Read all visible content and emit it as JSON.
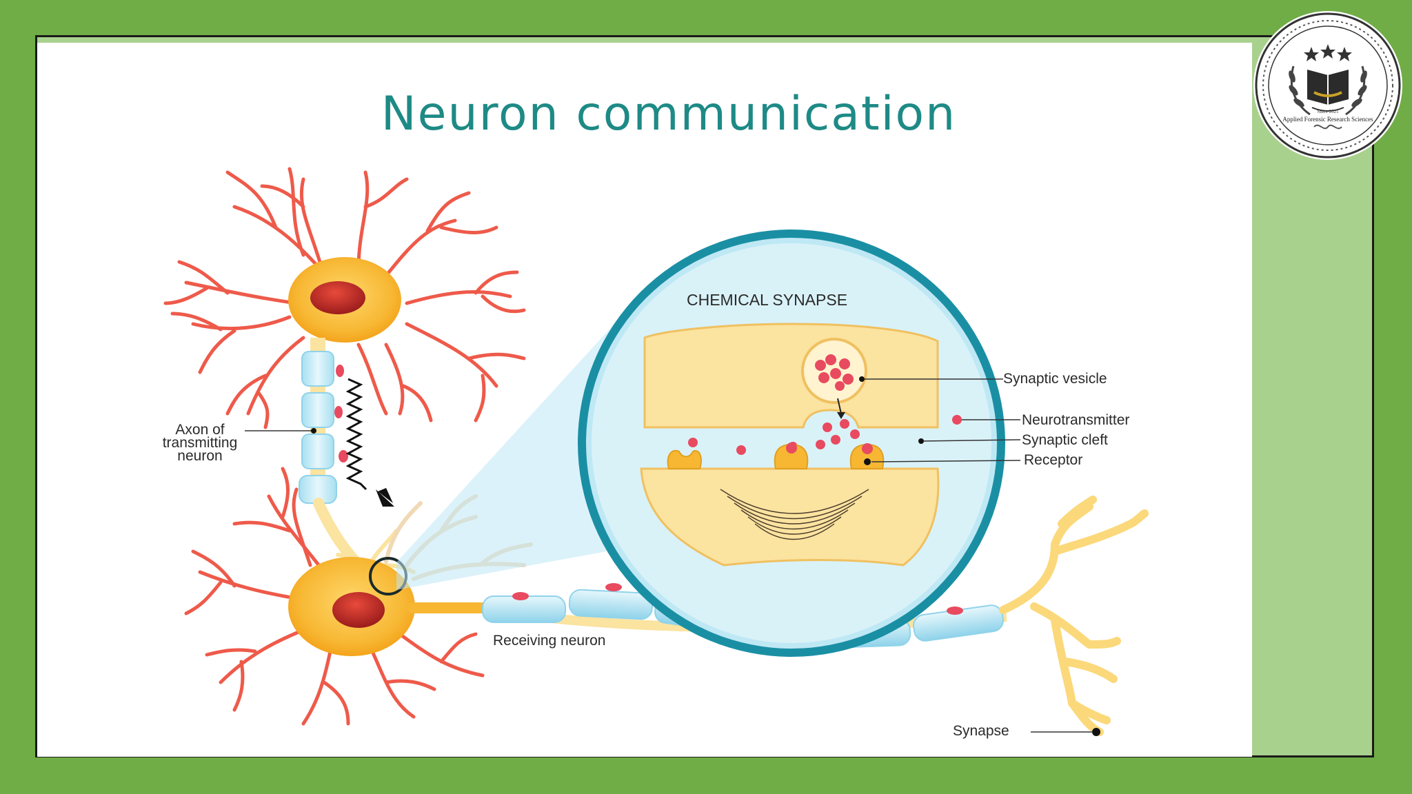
{
  "slide": {
    "title": "Neuron communication"
  },
  "diagram": {
    "inset_title": "CHEMICAL SYNAPSE",
    "labels": {
      "axon": "Axon of transmitting neuron",
      "receiving_neuron": "Receiving neuron",
      "synapse": "Synapse",
      "synaptic_vesicle": "Synaptic vesicle",
      "neurotransmitter": "Neurotransmitter",
      "synaptic_cleft": "Synaptic cleft",
      "receptor": "Receptor"
    }
  },
  "logo": {
    "caption": "Applied Forensic Research Sciences",
    "since": "Since 2021"
  },
  "colors": {
    "background_green": "#70ad47",
    "frame_light_green": "#a9d18e",
    "title_teal": "#1e8a86",
    "dendrite_red": "#ee5a4a",
    "soma_orange": "#f7b733",
    "myelin_blue": "#bfe8f5",
    "synapse_ring_teal": "#1a8fa4",
    "terminal_yellow": "#fbe3a0",
    "neurotransmitter_red": "#e84a5f"
  }
}
